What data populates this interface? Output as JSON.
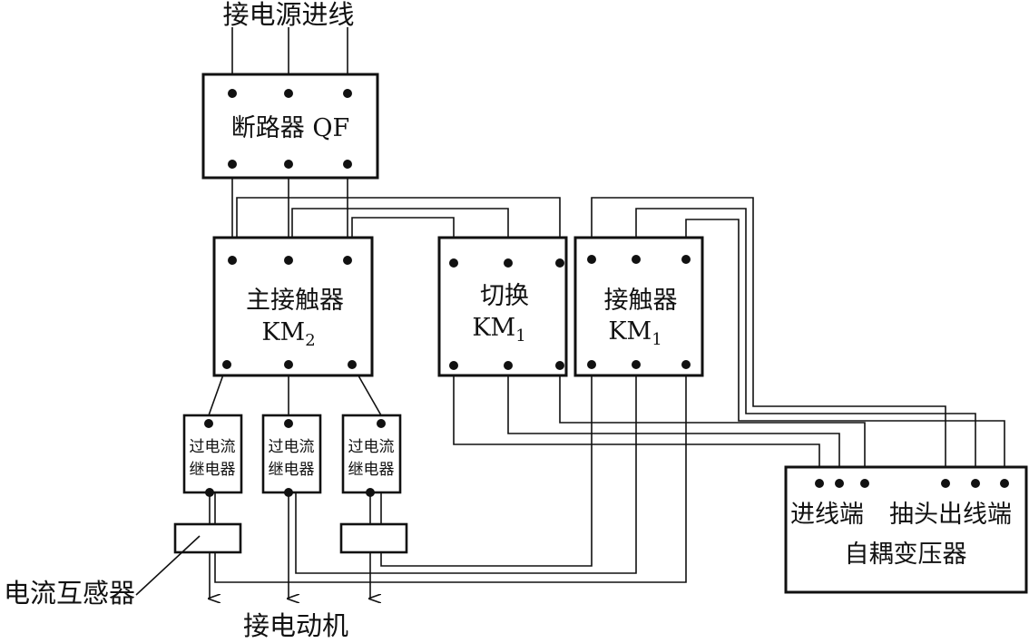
{
  "labels": {
    "power_in": "接电源进线",
    "breaker": "断路器 QF",
    "main_contactor_l1": "主接触器",
    "main_contactor_l2": "KM",
    "main_contactor_sub": "2",
    "switch_l1": "切换",
    "switch_l2": "KM",
    "switch_sub": "1",
    "contactor_l1": "接触器",
    "contactor_l2": "KM",
    "contactor_sub": "1",
    "relay_l1": "过电流",
    "relay_l2": "继电器",
    "ct": "电流互感器",
    "motor": "接电动机",
    "transformer_in": "进线端",
    "transformer_tap": "抽头出线端",
    "transformer_name": "自耦变压器"
  }
}
